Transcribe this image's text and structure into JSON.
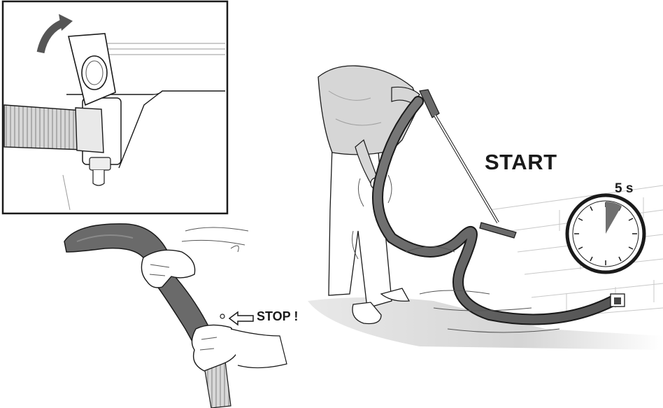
{
  "labels": {
    "start": "START",
    "timer": "5 s",
    "stop": "STOP !"
  },
  "timer": {
    "seconds_shown": 5,
    "dial_fraction": 0.083
  },
  "icons": {
    "inset_arrow": "curved-arrow-icon",
    "stop_arrow": "left-arrow-icon",
    "stopwatch": "stopwatch-icon"
  },
  "colors": {
    "ink": "#1a1a1a",
    "hose": "#6b6b6b",
    "handle": "#666666",
    "timer_wedge": "#707070",
    "floor_shadow": "#d9d9d9"
  }
}
